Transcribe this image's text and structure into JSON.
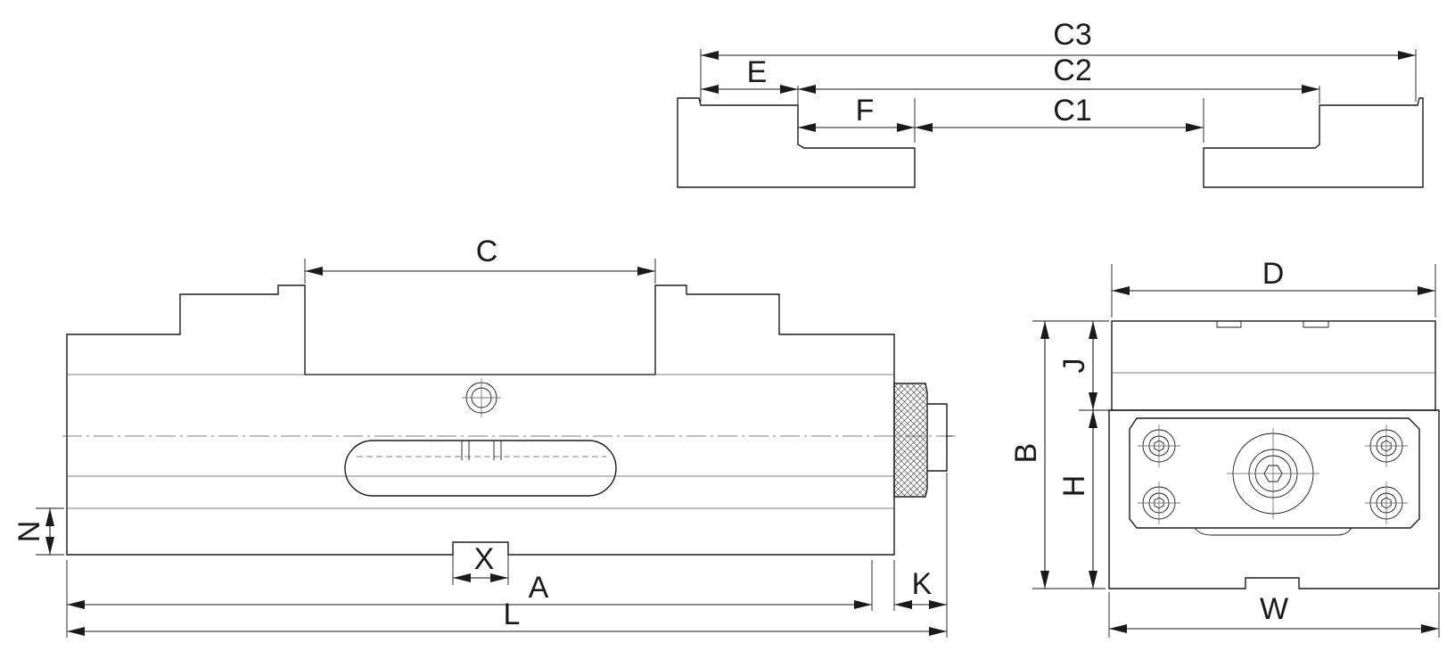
{
  "labels": {
    "c3": "C3",
    "c2": "C2",
    "c1": "C1",
    "e": "E",
    "f": "F",
    "c": "C",
    "d": "D",
    "j": "J",
    "b": "B",
    "h": "H",
    "n": "N",
    "x": "X",
    "a": "A",
    "k": "K",
    "l": "L",
    "w": "W"
  }
}
